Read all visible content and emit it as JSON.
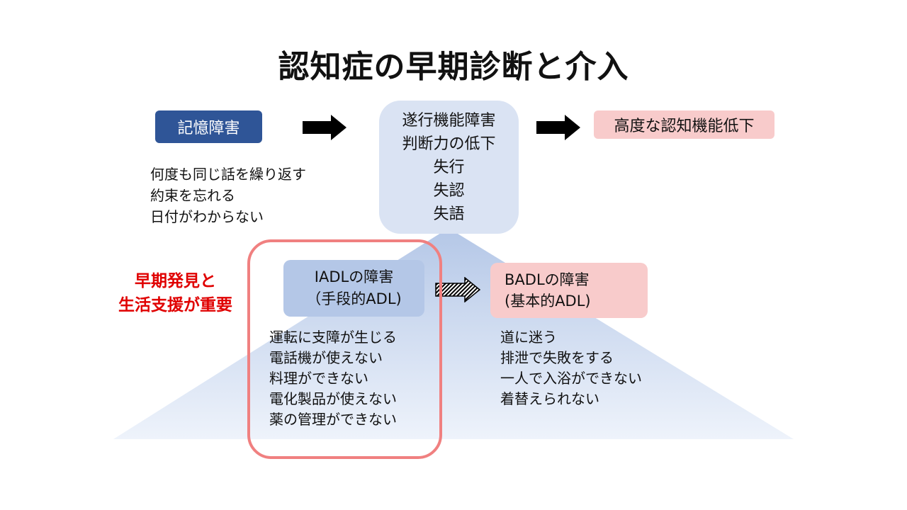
{
  "title": "認知症の早期診断と介入",
  "memory_box": {
    "label": "記憶障害"
  },
  "memory_symptoms": [
    "何度も同じ話を繰り返す",
    "約束を忘れる",
    "日付がわからない"
  ],
  "executive_box": {
    "lines": [
      "遂行機能障害",
      "判断力の低下",
      "失行",
      "失認",
      "失語"
    ]
  },
  "decline_box": {
    "label": "高度な認知機能低下"
  },
  "iadl_box": {
    "lines": [
      "IADLの障害",
      "（手段的ADL)"
    ]
  },
  "iadl_symptoms": [
    "運転に支障が生じる",
    "電話機が使えない",
    "料理ができない",
    "電化製品が使えない",
    "薬の管理ができない"
  ],
  "badl_box": {
    "lines": [
      "BADLの障害",
      "(基本的ADL)"
    ]
  },
  "badl_symptoms": [
    "道に迷う",
    "排泄で失敗をする",
    "一人で入浴ができない",
    "着替えられない"
  ],
  "important_note": [
    "早期発見と",
    "生活支援が重要"
  ],
  "colors": {
    "memory_box": "#2f5597",
    "executive_box": "#dae3f3",
    "decline_box": "#f8cbcb",
    "iadl_box": "#b4c7e7",
    "badl_box": "#f8cbcb",
    "highlight_border": "#f08080",
    "important_text": "#e00000"
  }
}
